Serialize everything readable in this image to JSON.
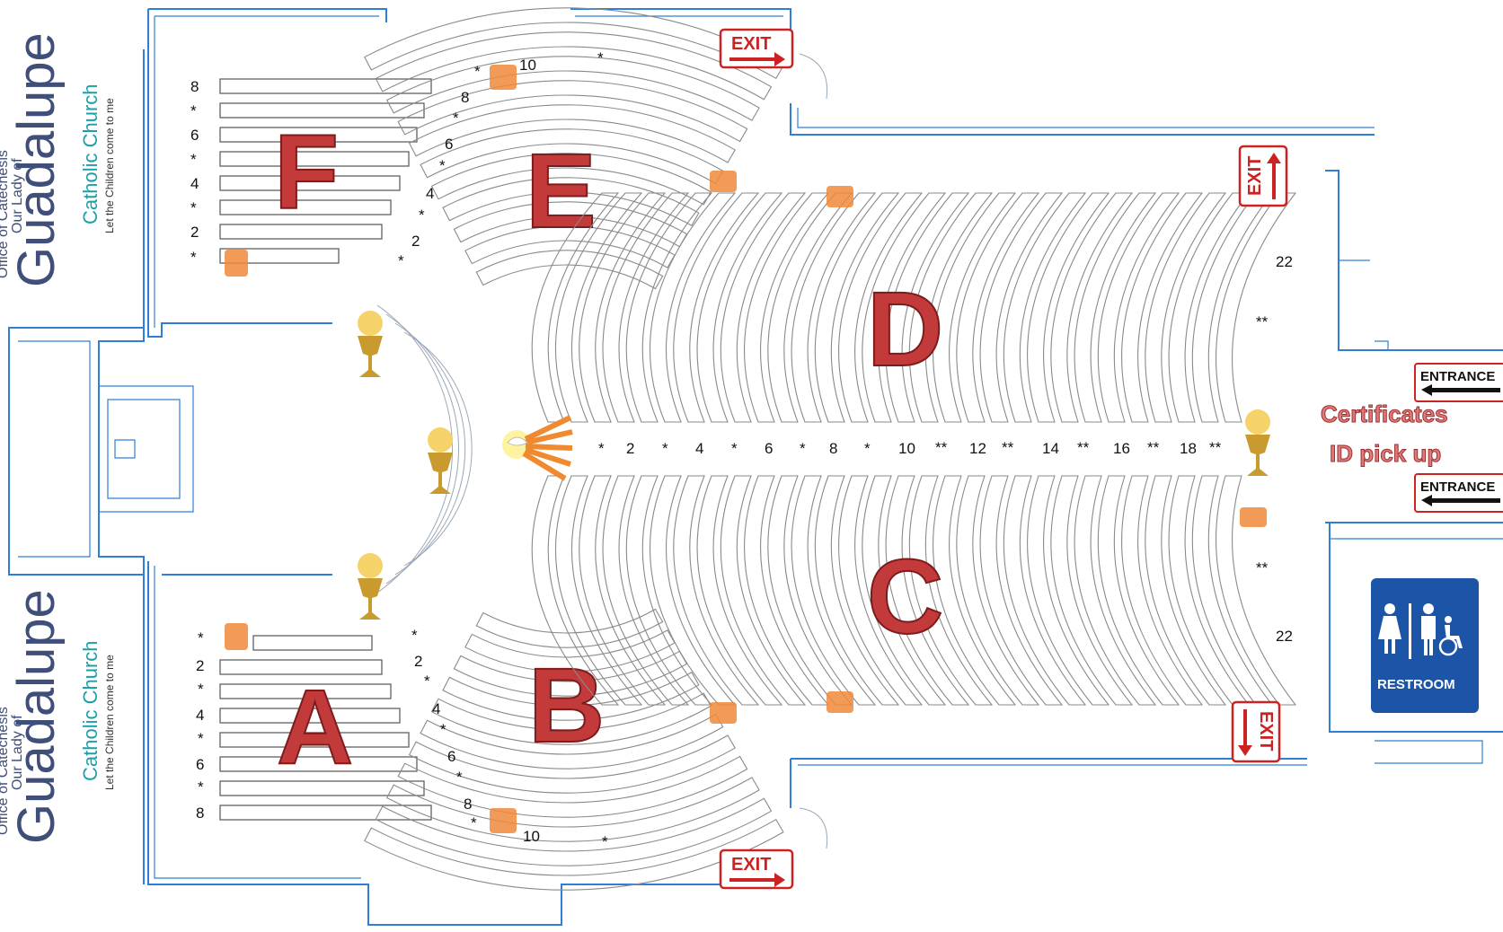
{
  "sections": {
    "a": "A",
    "b": "B",
    "c": "C",
    "d": "D",
    "e": "E",
    "f": "F"
  },
  "rows_f": [
    "8",
    "*",
    "6",
    "*",
    "4",
    "*",
    "2",
    "*"
  ],
  "rows_a": [
    "*",
    "2",
    "*",
    "4",
    "*",
    "6",
    "*",
    "8"
  ],
  "rows_e": [
    "10",
    "*",
    "*",
    "8",
    "*",
    "6",
    "*",
    "4",
    "*",
    "2",
    "*"
  ],
  "rows_b": [
    "*",
    "2",
    "*",
    "4",
    "*",
    "6",
    "*",
    "8",
    "*",
    "10",
    "*"
  ],
  "aisle_rows": [
    "*",
    "2",
    "*",
    "4",
    "*",
    "6",
    "*",
    "8",
    "*",
    "10",
    "**",
    "12",
    "**",
    "14",
    "**",
    "16",
    "**",
    "18",
    "**"
  ],
  "d_labels": {
    "last_row": "22",
    "marker": "**"
  },
  "c_labels": {
    "marker": "**",
    "last_row": "22"
  },
  "exits": [
    "EXIT",
    "EXIT",
    "EXIT",
    "EXIT"
  ],
  "entrances": [
    "ENTRANCE",
    "ENTRANCE"
  ],
  "pickup": {
    "line1": "Certificates",
    "line2": "ID pick up"
  },
  "restroom": {
    "label": "RESTROOM"
  },
  "logo": {
    "line1": "Office of Catechesis",
    "line2": "Our Lady of",
    "name": "Guadalupe",
    "line3": "Catholic Church",
    "tagline": "Let the Children come to me"
  },
  "colors": {
    "wall": "#2f7fd6",
    "section_letter": "#c23a3a",
    "exit_sign": "#cc2222",
    "restroom_sign": "#1c55a8",
    "logo_teal": "#1aa0a8"
  },
  "icons": [
    "chalice-icon",
    "holy-spirit-dove-icon",
    "candle-icon",
    "restroom-icon",
    "arrow-right-icon",
    "arrow-left-icon",
    "arrow-up-icon",
    "arrow-down-icon"
  ]
}
